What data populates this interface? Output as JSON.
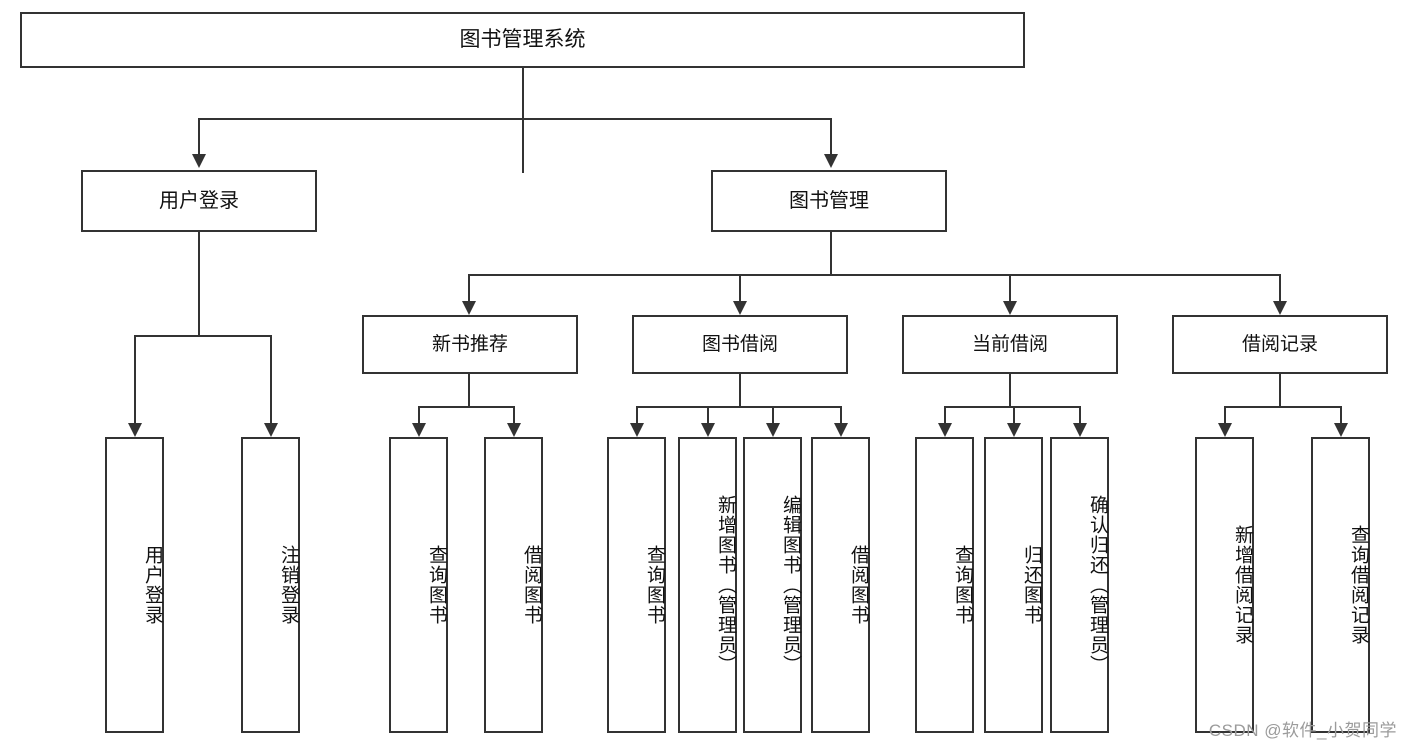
{
  "diagram": {
    "title": "图书管理系统",
    "type": "hierarchy-tree",
    "root": {
      "label": "图书管理系统"
    },
    "level2": [
      {
        "id": "user-login",
        "label": "用户登录"
      },
      {
        "id": "book-manage",
        "label": "图书管理"
      }
    ],
    "level3": [
      {
        "id": "new-book-rec",
        "label": "新书推荐",
        "parent": "book-manage"
      },
      {
        "id": "book-borrow",
        "label": "图书借阅",
        "parent": "book-manage"
      },
      {
        "id": "current-borrow",
        "label": "当前借阅",
        "parent": "book-manage"
      },
      {
        "id": "borrow-record",
        "label": "借阅记录",
        "parent": "book-manage"
      }
    ],
    "leaves": [
      {
        "id": "leaf-user-login",
        "label": "用户登录",
        "parent": "user-login"
      },
      {
        "id": "leaf-logout",
        "label": "注销登录",
        "parent": "user-login"
      },
      {
        "id": "leaf-query-book-1",
        "label": "查询图书",
        "parent": "new-book-rec"
      },
      {
        "id": "leaf-borrow-book-1",
        "label": "借阅图书",
        "parent": "new-book-rec"
      },
      {
        "id": "leaf-query-book-2",
        "label": "查询图书",
        "parent": "book-borrow"
      },
      {
        "id": "leaf-add-book",
        "label": "新增图书（管理员）",
        "parent": "book-borrow"
      },
      {
        "id": "leaf-edit-book",
        "label": "编辑图书（管理员）",
        "parent": "book-borrow"
      },
      {
        "id": "leaf-borrow-book-2",
        "label": "借阅图书",
        "parent": "book-borrow"
      },
      {
        "id": "leaf-query-book-3",
        "label": "查询图书",
        "parent": "current-borrow"
      },
      {
        "id": "leaf-return-book",
        "label": "归还图书",
        "parent": "current-borrow"
      },
      {
        "id": "leaf-confirm-return",
        "label": "确认归还（管理员）",
        "parent": "current-borrow"
      },
      {
        "id": "leaf-add-record",
        "label": "新增借阅记录",
        "parent": "borrow-record"
      },
      {
        "id": "leaf-query-record",
        "label": "查询借阅记录",
        "parent": "borrow-record"
      }
    ]
  },
  "watermark": {
    "text": "CSDN @软件_小贺同学"
  },
  "colors": {
    "line": "#333333",
    "box_border": "#333333",
    "background": "#ffffff",
    "watermark": "#9b9b9b"
  }
}
